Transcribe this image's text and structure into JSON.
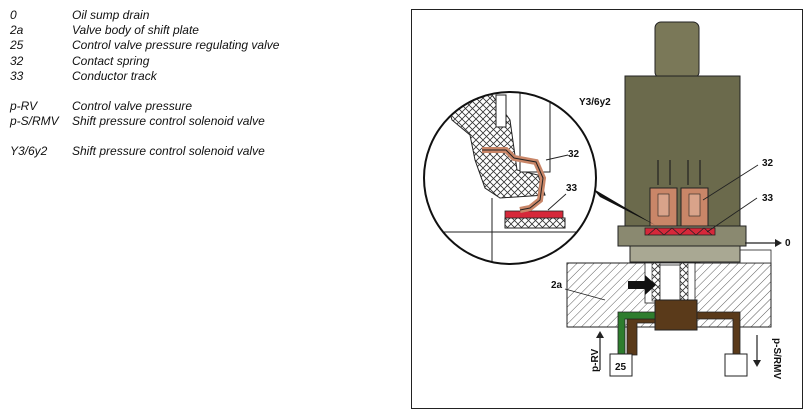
{
  "legend": {
    "parts": [
      {
        "code": "0",
        "desc": "Oil sump drain"
      },
      {
        "code": "2a",
        "desc": "Valve body of shift plate"
      },
      {
        "code": "25",
        "desc": "Control valve pressure regulating valve"
      },
      {
        "code": "32",
        "desc": "Contact spring"
      },
      {
        "code": "33",
        "desc": "Conductor track"
      }
    ],
    "pressures": [
      {
        "code": "p-RV",
        "desc": "Control valve pressure"
      },
      {
        "code": "p-S/RMV",
        "desc": "Shift pressure control solenoid valve"
      }
    ],
    "components": [
      {
        "code": "Y3/6y2",
        "desc": "Shift pressure control solenoid valve"
      }
    ]
  },
  "diagram": {
    "label_solenoid": "Y3/6y2",
    "label_spring_main": "32",
    "label_track_main": "33",
    "label_spring_detail": "32",
    "label_track_detail": "33",
    "label_drain": "0",
    "label_valve_body": "2a",
    "label_regulating_valve": "25",
    "label_prv": "p-RV",
    "label_psrmv": "p-S/RMV"
  },
  "colors": {
    "solenoid_body": "#6b6a4c",
    "solenoid_top": "#7a7858",
    "contact": "#c98668",
    "track": "#d6283a",
    "pipe_brown": "#5a3a1a",
    "pipe_green": "#2e7d2e"
  }
}
